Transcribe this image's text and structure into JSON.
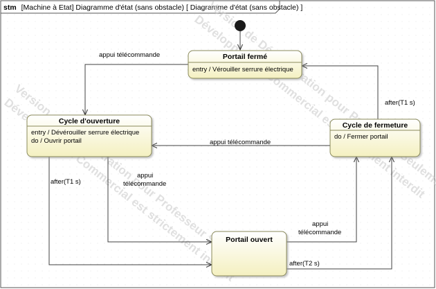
{
  "frame": {
    "keyword": "stm",
    "title": "[Machine à Etat] Diagramme d'état (sans obstacle) [ Diagramme d'état (sans obstacle) ]"
  },
  "states": {
    "portail_ferme": {
      "name": "Portail fermé",
      "body": [
        "entry / Vérouiller serrure électrique"
      ]
    },
    "cycle_ouverture": {
      "name": "Cycle d'ouverture",
      "body": [
        "entry / Dévérouiller serrure électrique",
        "do / Ouvrir portail"
      ]
    },
    "cycle_fermeture": {
      "name": "Cycle de fermeture",
      "body": [
        "do / Fermer portail"
      ]
    },
    "portail_ouvert": {
      "name": "Portail ouvert",
      "body": []
    }
  },
  "transitions": {
    "ferme_to_ouverture": [
      "appui télécommande"
    ],
    "fermeture_to_ferme": [
      "after(T1 s)"
    ],
    "fermeture_to_ouverture": [
      "appui télécommande"
    ],
    "ouverture_to_ouvert_appui": [
      "appui",
      "télécommande"
    ],
    "ouverture_to_ouvert_after": [
      "after(T1 s)"
    ],
    "ouvert_to_fermeture_appui": [
      "appui",
      "télécommande"
    ],
    "ouvert_to_fermeture_after": [
      "after(T2 s)"
    ]
  },
  "watermark": {
    "line1": "Version de Démonstration pour Professeur Seulement",
    "line2": "Développement Commercial est strictement interdit"
  },
  "colors": {
    "state_fill_top": "#ffffff",
    "state_fill_bottom": "#f4f0c0",
    "state_stroke": "#8a8a5a",
    "line": "#404040"
  }
}
